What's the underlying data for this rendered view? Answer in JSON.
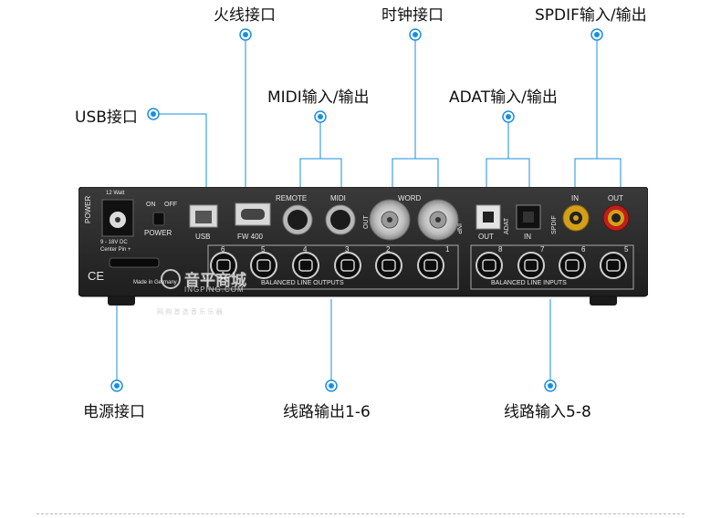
{
  "callouts": {
    "firewire": "火线接口",
    "clock": "时钟接口",
    "spdif": "SPDIF输入/输出",
    "usb": "USB接口",
    "midi": "MIDI输入/输出",
    "adat": "ADAT输入/输出",
    "power": "电源接口",
    "line_out": "线路输出1-6",
    "line_in": "线路输入5-8"
  },
  "panel": {
    "power_side": "POWER",
    "voltage_top": "12 Watt",
    "on": "ON",
    "off": "OFF",
    "power_switch": "POWER",
    "usb": "USB",
    "fw": "FW 400",
    "remote": "REMOTE",
    "midi": "MIDI",
    "word": "WORD",
    "out": "OUT",
    "inp": "INP",
    "adat": "ADAT",
    "adat_out": "OUT",
    "adat_in": "IN",
    "spdif": "SPDIF",
    "spdif_in": "IN",
    "spdif_out": "OUT",
    "voltage": "9 - 18V DC",
    "center": "Center Pin +",
    "ce": "CE",
    "made": "Made in Germany",
    "bal_out": "BALANCED LINE OUTPUTS",
    "bal_in": "BALANCED LINE INPUTS",
    "out_nums": [
      "6",
      "5",
      "4",
      "3",
      "2",
      "1"
    ],
    "in_nums": [
      "8",
      "7",
      "6",
      "5"
    ]
  },
  "watermark": {
    "name": "音平商城",
    "url": "INGPING.COM",
    "sub": "网 购 首 选 音 乐 乐 器"
  },
  "colors": {
    "accent": "#1a8fe0",
    "device": "#2b2b2b",
    "rca_gold": "#d4a017",
    "rca_red": "#c0201a"
  }
}
